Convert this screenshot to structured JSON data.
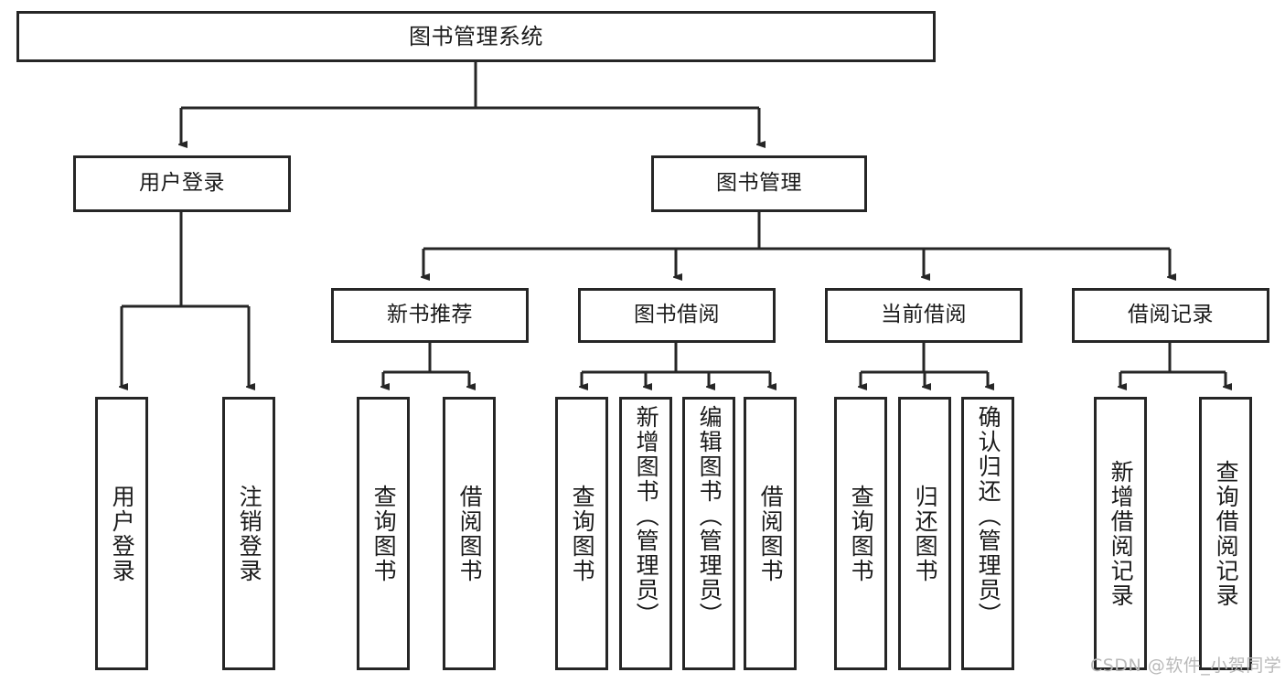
{
  "diagram": {
    "title": "图书管理系统",
    "type": "functional-structure-tree",
    "colors": {
      "stroke": "#262626",
      "fill": "#ffffff",
      "text": "#1b1b1b",
      "watermark": "#b9b9b9"
    },
    "root": {
      "label": "图书管理系统"
    },
    "level2": [
      {
        "label": "用户登录"
      },
      {
        "label": "图书管理"
      }
    ],
    "level3": [
      {
        "label": "新书推荐"
      },
      {
        "label": "图书借阅"
      },
      {
        "label": "当前借阅"
      },
      {
        "label": "借阅记录"
      }
    ],
    "leaves": {
      "user_login": [
        {
          "label": "用户登录"
        },
        {
          "label": "注销登录"
        }
      ],
      "new_book_recommend": [
        {
          "label": "查询图书"
        },
        {
          "label": "借阅图书"
        }
      ],
      "book_borrow": [
        {
          "label": "查询图书"
        },
        {
          "label": "新增图书（管理员）"
        },
        {
          "label": "编辑图书（管理员）"
        },
        {
          "label": "借阅图书"
        }
      ],
      "current_borrow": [
        {
          "label": "查询图书"
        },
        {
          "label": "归还图书"
        },
        {
          "label": "确认归还（管理员）"
        }
      ],
      "borrow_record": [
        {
          "label": "新增借阅记录"
        },
        {
          "label": "查询借阅记录"
        }
      ]
    }
  },
  "watermark": {
    "text": "CSDN @软件_小贺同学"
  }
}
